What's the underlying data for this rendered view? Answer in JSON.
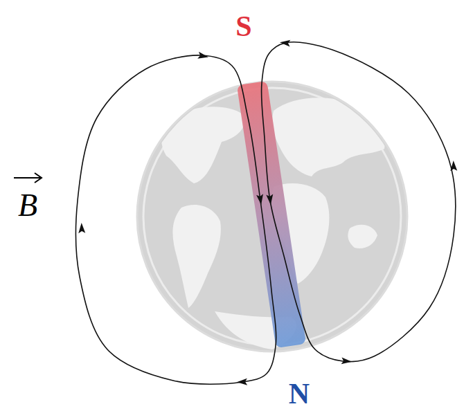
{
  "diagram": {
    "labels": [
      "S",
      "N",
      "B"
    ]
  }
}
